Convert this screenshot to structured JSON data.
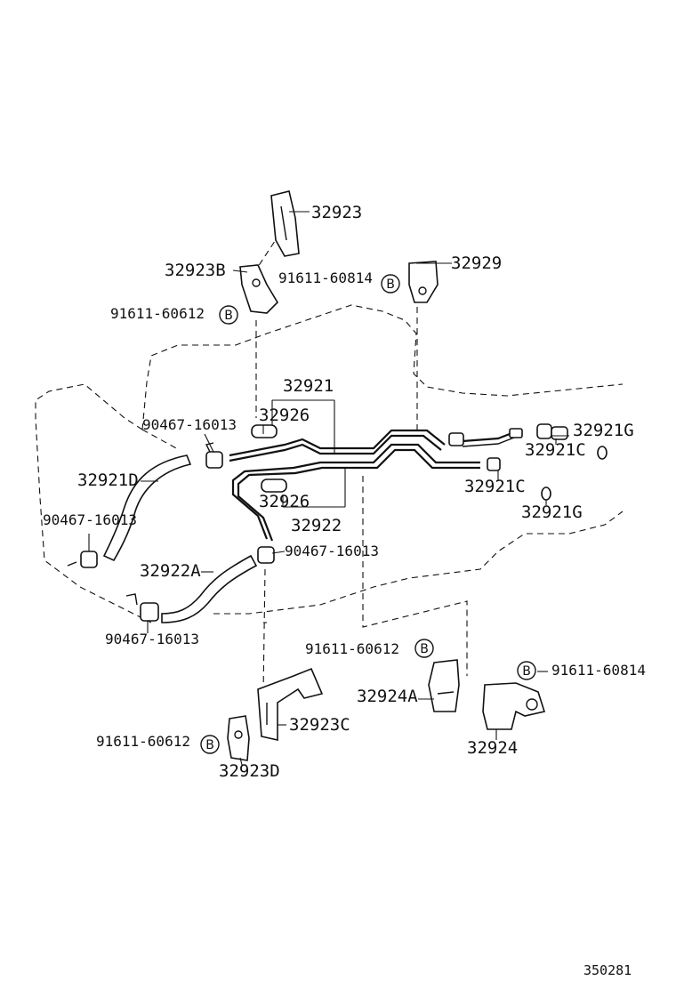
{
  "labels": {
    "p32923": "32923",
    "p32923B": "32923B",
    "p91611_60814_top": "91611-60814",
    "p32929": "32929",
    "p91611_60612_top": "91611-60612",
    "p32921": "32921",
    "p90467_16013_a": "90467-16013",
    "p32926_a": "32926",
    "p32921G_a": "32921G",
    "p32921C_a": "32921C",
    "p32921D": "32921D",
    "p32926_b": "32926",
    "p32921C_b": "32921C",
    "p90467_16013_b": "90467-16013",
    "p32922": "32922",
    "p32921G_b": "32921G",
    "p90467_16013_c": "90467-16013",
    "p32922A": "32922A",
    "p90467_16013_d": "90467-16013",
    "p91611_60612_mid": "91611-60612",
    "p91611_60814_right": "91611-60814",
    "p32924A": "32924A",
    "p32923C": "32923C",
    "p91611_60612_low": "91611-60612",
    "p32924": "32924",
    "p32923D": "32923D"
  },
  "bolt_marker": "B",
  "figure_id": "350281"
}
